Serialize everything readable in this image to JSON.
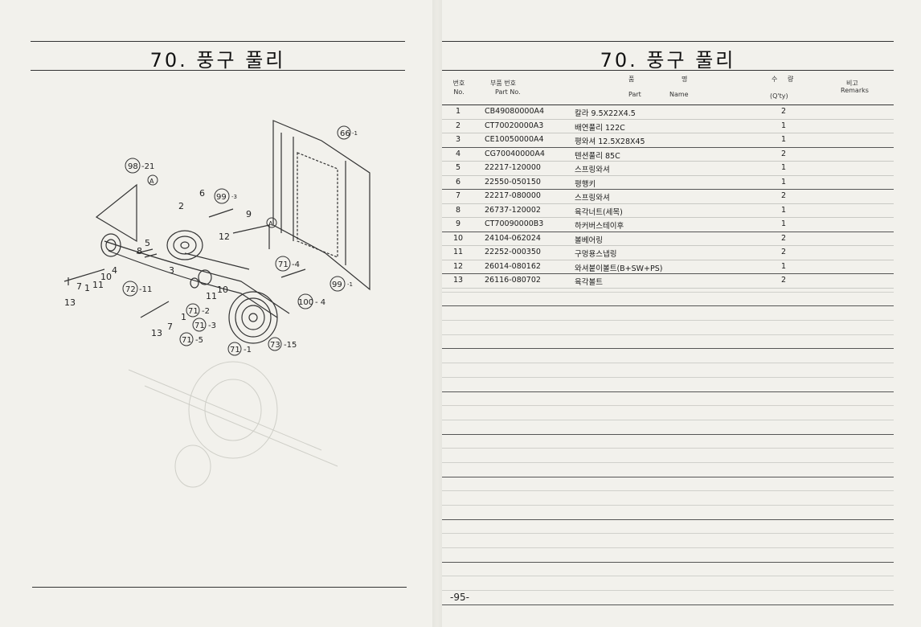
{
  "left": {
    "title": "70. 풍구 풀리",
    "callouts": [
      {
        "id": "c66",
        "circle": "66",
        "suffix": "-1"
      },
      {
        "id": "c98",
        "circle": "98",
        "suffix": "-21"
      },
      {
        "id": "cA1",
        "circle": "A",
        "suffix": ""
      },
      {
        "id": "cA2",
        "circle": "A",
        "suffix": ""
      },
      {
        "id": "c99a",
        "circle": "99",
        "suffix": "-3"
      },
      {
        "id": "c99b",
        "circle": "99",
        "suffix": "-1"
      },
      {
        "id": "c71a",
        "circle": "71",
        "suffix": "-4"
      },
      {
        "id": "c100",
        "circle": "100",
        "suffix": "- 4"
      },
      {
        "id": "c72",
        "circle": "72",
        "suffix": "-11"
      },
      {
        "id": "c71b",
        "circle": "71",
        "suffix": "-2"
      },
      {
        "id": "c71c",
        "circle": "71",
        "suffix": "-3"
      },
      {
        "id": "c71d",
        "circle": "71",
        "suffix": "-5"
      },
      {
        "id": "c71e",
        "circle": "71",
        "suffix": "-1"
      },
      {
        "id": "c73",
        "circle": "73",
        "suffix": "-15"
      }
    ],
    "labels": [
      "6",
      "2",
      "9",
      "12",
      "5",
      "8",
      "3",
      "4",
      "10",
      "11",
      "7",
      "1",
      "13",
      "10",
      "11",
      "1",
      "7",
      "13"
    ]
  },
  "right": {
    "title": "70. 풍구 풀리",
    "headers": {
      "no_kr": "번호",
      "no_en": "No.",
      "part_kr": "부품 번호",
      "part_en": "Part  No.",
      "name_kr_1": "품",
      "name_kr_2": "명",
      "name_en_1": "Part",
      "name_en_2": "Name",
      "qty_kr_1": "수",
      "qty_kr_2": "량",
      "qty_en": "(Q'ty)",
      "remarks_kr": "비고",
      "remarks_en": "Remarks"
    },
    "rows": [
      {
        "no": "1",
        "part": "CB49080000A4",
        "name": "칼라 9.5X22X4.5",
        "qty": "2"
      },
      {
        "no": "2",
        "part": "CT70020000A3",
        "name": "배연풀리 122C",
        "qty": "1"
      },
      {
        "no": "3",
        "part": "CE10050000A4",
        "name": "평와셔 12.5X28X45",
        "qty": "1"
      },
      {
        "no": "4",
        "part": "CG70040000A4",
        "name": "텐션풀리 85C",
        "qty": "2"
      },
      {
        "no": "5",
        "part": "22217-120000",
        "name": "스프링와셔",
        "qty": "1"
      },
      {
        "no": "6",
        "part": "22550-050150",
        "name": "평행키",
        "qty": "1"
      },
      {
        "no": "7",
        "part": "22217-080000",
        "name": "스프링와셔",
        "qty": "2"
      },
      {
        "no": "8",
        "part": "26737-120002",
        "name": "육각너트(세목)",
        "qty": "1"
      },
      {
        "no": "9",
        "part": "CT70090000B3",
        "name": "하커버스테이후",
        "qty": "1"
      },
      {
        "no": "10",
        "part": "24104-062024",
        "name": "볼베어링",
        "qty": "2"
      },
      {
        "no": "11",
        "part": "22252-000350",
        "name": "구멍용스냅링",
        "qty": "2"
      },
      {
        "no": "12",
        "part": "26014-080162",
        "name": "와셔붙이볼트(B+SW+PS)",
        "qty": "1"
      },
      {
        "no": "13",
        "part": "26116-080702",
        "name": "육각볼트",
        "qty": "2"
      }
    ],
    "page_number": "-95-"
  }
}
